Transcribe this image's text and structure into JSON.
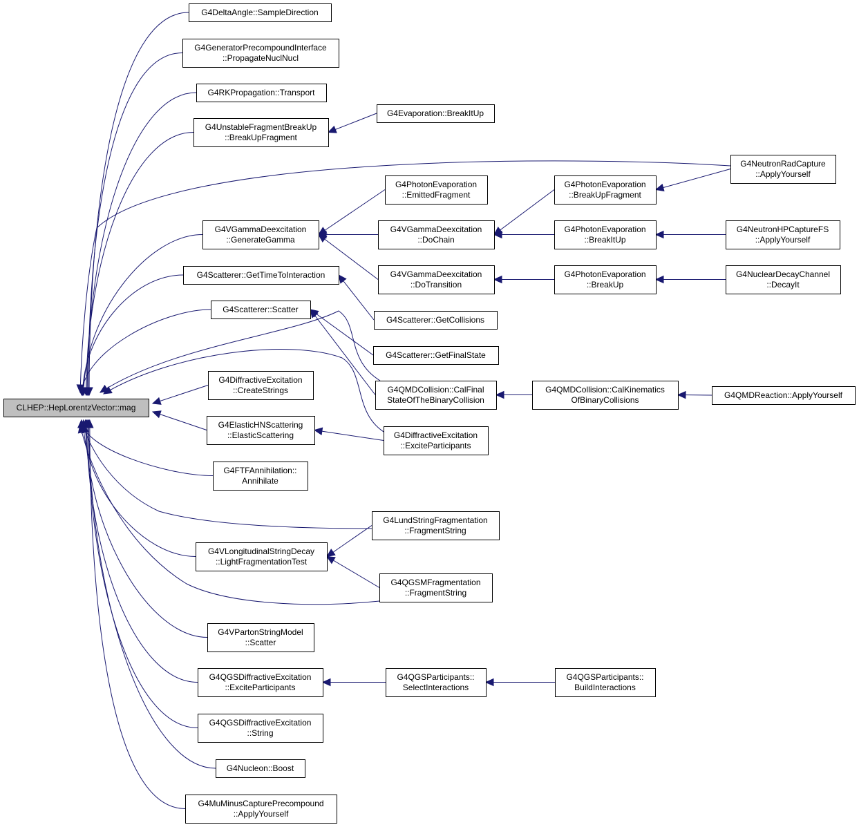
{
  "diagram": {
    "nodes": [
      {
        "id": "root",
        "lines": [
          "CLHEP::HepLorentzVector::mag"
        ],
        "root": true
      },
      {
        "id": "n1",
        "lines": [
          "G4DeltaAngle::SampleDirection"
        ]
      },
      {
        "id": "n2",
        "lines": [
          "G4GeneratorPrecompoundInterface",
          "::PropagateNuclNucl"
        ]
      },
      {
        "id": "n3",
        "lines": [
          "G4RKPropagation::Transport"
        ]
      },
      {
        "id": "n4",
        "lines": [
          "G4UnstableFragmentBreakUp",
          "::BreakUpFragment"
        ]
      },
      {
        "id": "n5",
        "lines": [
          "G4Evaporation::BreakItUp"
        ]
      },
      {
        "id": "n6",
        "lines": [
          "G4NeutronRadCapture",
          "::ApplyYourself"
        ]
      },
      {
        "id": "n7",
        "lines": [
          "G4VGammaDeexcitation",
          "::GenerateGamma"
        ]
      },
      {
        "id": "n8",
        "lines": [
          "G4PhotonEvaporation",
          "::EmittedFragment"
        ]
      },
      {
        "id": "n9",
        "lines": [
          "G4VGammaDeexcitation",
          "::DoChain"
        ]
      },
      {
        "id": "n10",
        "lines": [
          "G4VGammaDeexcitation",
          "::DoTransition"
        ]
      },
      {
        "id": "n11",
        "lines": [
          "G4PhotonEvaporation",
          "::BreakUpFragment"
        ]
      },
      {
        "id": "n12",
        "lines": [
          "G4PhotonEvaporation",
          "::BreakItUp"
        ]
      },
      {
        "id": "n13",
        "lines": [
          "G4PhotonEvaporation",
          "::BreakUp"
        ]
      },
      {
        "id": "n14",
        "lines": [
          "G4NeutronHPCaptureFS",
          "::ApplyYourself"
        ]
      },
      {
        "id": "n15",
        "lines": [
          "G4NuclearDecayChannel",
          "::DecayIt"
        ]
      },
      {
        "id": "n16",
        "lines": [
          "G4Scatterer::GetTimeToInteraction"
        ]
      },
      {
        "id": "n17",
        "lines": [
          "G4Scatterer::Scatter"
        ]
      },
      {
        "id": "n18",
        "lines": [
          "G4Scatterer::GetCollisions"
        ]
      },
      {
        "id": "n19",
        "lines": [
          "G4Scatterer::GetFinalState"
        ]
      },
      {
        "id": "n20",
        "lines": [
          "G4QMDCollision::CalFinal",
          "StateOfTheBinaryCollision"
        ]
      },
      {
        "id": "n21",
        "lines": [
          "G4QMDCollision::CalKinematics",
          "OfBinaryCollisions"
        ]
      },
      {
        "id": "n22",
        "lines": [
          "G4QMDReaction::ApplyYourself"
        ]
      },
      {
        "id": "n23",
        "lines": [
          "G4DiffractiveExcitation",
          "::CreateStrings"
        ]
      },
      {
        "id": "n24",
        "lines": [
          "G4ElasticHNScattering",
          "::ElasticScattering"
        ]
      },
      {
        "id": "n25",
        "lines": [
          "G4DiffractiveExcitation",
          "::ExciteParticipants"
        ]
      },
      {
        "id": "n26",
        "lines": [
          "G4FTFAnnihilation::",
          "Annihilate"
        ]
      },
      {
        "id": "n27",
        "lines": [
          "G4LundStringFragmentation",
          "::FragmentString"
        ]
      },
      {
        "id": "n28",
        "lines": [
          "G4VLongitudinalStringDecay",
          "::LightFragmentationTest"
        ]
      },
      {
        "id": "n29",
        "lines": [
          "G4QGSMFragmentation",
          "::FragmentString"
        ]
      },
      {
        "id": "n30",
        "lines": [
          "G4VPartonStringModel",
          "::Scatter"
        ]
      },
      {
        "id": "n31",
        "lines": [
          "G4QGSDiffractiveExcitation",
          "::ExciteParticipants"
        ]
      },
      {
        "id": "n32",
        "lines": [
          "G4QGSParticipants::",
          "SelectInteractions"
        ]
      },
      {
        "id": "n33",
        "lines": [
          "G4QGSParticipants::",
          "BuildInteractions"
        ]
      },
      {
        "id": "n34",
        "lines": [
          "G4QGSDiffractiveExcitation",
          "::String"
        ]
      },
      {
        "id": "n35",
        "lines": [
          "G4Nucleon::Boost"
        ]
      },
      {
        "id": "n36",
        "lines": [
          "G4MuMinusCapturePrecompound",
          "::ApplyYourself"
        ]
      }
    ],
    "edges": [
      {
        "from": "n1",
        "to": "root"
      },
      {
        "from": "n2",
        "to": "root"
      },
      {
        "from": "n3",
        "to": "root"
      },
      {
        "from": "n4",
        "to": "root"
      },
      {
        "from": "n5",
        "to": "n4"
      },
      {
        "from": "n6",
        "to": "root"
      },
      {
        "from": "n7",
        "to": "root"
      },
      {
        "from": "n8",
        "to": "n7"
      },
      {
        "from": "n9",
        "to": "n7"
      },
      {
        "from": "n10",
        "to": "n7"
      },
      {
        "from": "n11",
        "to": "n9"
      },
      {
        "from": "n6",
        "to": "n11"
      },
      {
        "from": "n12",
        "to": "n9"
      },
      {
        "from": "n14",
        "to": "n12"
      },
      {
        "from": "n13",
        "to": "n10"
      },
      {
        "from": "n15",
        "to": "n13"
      },
      {
        "from": "n16",
        "to": "root"
      },
      {
        "from": "n18",
        "to": "n16"
      },
      {
        "from": "n17",
        "to": "root"
      },
      {
        "from": "n19",
        "to": "n17"
      },
      {
        "from": "n20",
        "to": "n17"
      },
      {
        "from": "n20",
        "to": "root"
      },
      {
        "from": "n21",
        "to": "n20"
      },
      {
        "from": "n22",
        "to": "n21"
      },
      {
        "from": "n23",
        "to": "root"
      },
      {
        "from": "n24",
        "to": "root"
      },
      {
        "from": "n25",
        "to": "n24"
      },
      {
        "from": "n25",
        "to": "root"
      },
      {
        "from": "n26",
        "to": "root"
      },
      {
        "from": "n27",
        "to": "root"
      },
      {
        "from": "n27",
        "to": "n28"
      },
      {
        "from": "n28",
        "to": "root"
      },
      {
        "from": "n29",
        "to": "n28"
      },
      {
        "from": "n29",
        "to": "root"
      },
      {
        "from": "n30",
        "to": "root"
      },
      {
        "from": "n31",
        "to": "root"
      },
      {
        "from": "n32",
        "to": "n31"
      },
      {
        "from": "n33",
        "to": "n32"
      },
      {
        "from": "n34",
        "to": "root"
      },
      {
        "from": "n35",
        "to": "root"
      },
      {
        "from": "n36",
        "to": "root"
      }
    ],
    "colors": {
      "edge": "#191970",
      "node_border": "#000000",
      "node_fill": "#ffffff",
      "root_fill": "#bfbfbf"
    }
  }
}
